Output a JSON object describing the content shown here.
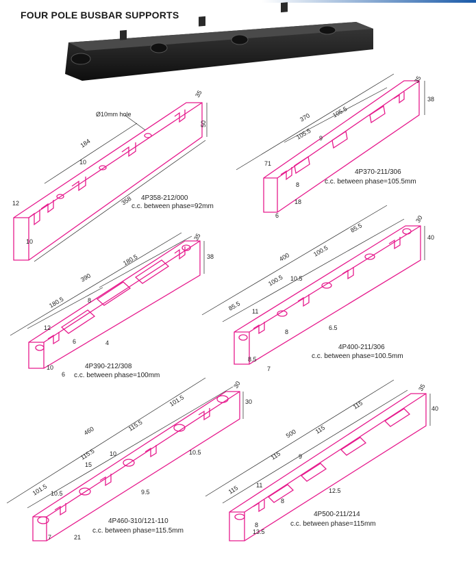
{
  "title": "FOUR POLE BUSBAR SUPPORTS",
  "colors": {
    "part": "#e6198c",
    "dim": "#222222",
    "photo": "#1c1c1c",
    "accent": "#1a5aa8"
  },
  "products": [
    {
      "code": "4P358-212/000",
      "pitch": "c.c. between phase=92mm",
      "dims": {
        "length": "358",
        "span": "184",
        "height": "50",
        "width": "35",
        "slot": "10",
        "end": "12",
        "base": "10",
        "hole": "Ø10mm hole"
      }
    },
    {
      "code": "4P370-211/306",
      "pitch": "c.c. between phase=105.5mm",
      "dims": {
        "length": "370",
        "span1": "105.5",
        "span2": "105.5",
        "end": "71",
        "slot": "9",
        "width": "35",
        "height": "38",
        "h1": "8",
        "h2": "18",
        "base": "6"
      }
    },
    {
      "code": "4P390-212/308",
      "pitch": "c.c. between phase=100mm",
      "dims": {
        "length": "390",
        "span1": "180.5",
        "span2": "180.5",
        "width": "35",
        "height": "38",
        "slot": "8",
        "end": "12",
        "s1": "6",
        "s2": "4",
        "base1": "10",
        "base2": "6"
      }
    },
    {
      "code": "4P400-211/306",
      "pitch": "c.c. between phase=100.5mm",
      "dims": {
        "length": "400",
        "end1": "85.5",
        "span1": "100.5",
        "span2": "100.5",
        "end2": "85.5",
        "slot": "10.5",
        "width": "30",
        "height": "40",
        "s1": "11",
        "s2": "8",
        "s3": "6.5",
        "base1": "8.5",
        "base2": "7"
      }
    },
    {
      "code": "4P460-310/121-110",
      "pitch": "c.c. between phase=115.5mm",
      "dims": {
        "length": "460",
        "end1": "101.5",
        "span1": "115.5",
        "span2": "115.5",
        "end2": "101.5",
        "s1": "15",
        "s2": "10",
        "s3": "10.5",
        "s4": "9.5",
        "s5": "10.5",
        "width": "30",
        "height": "30",
        "base1": "7",
        "base2": "21"
      }
    },
    {
      "code": "4P500-211/214",
      "pitch": "c.c. between phase=115mm",
      "dims": {
        "length": "500",
        "end1": "115",
        "span1": "115",
        "span2": "115",
        "end2": "115",
        "s1": "9",
        "s2": "11",
        "s3": "12.5",
        "s4": "8",
        "width": "35",
        "height": "40",
        "base1": "8",
        "base2": "13.5"
      }
    }
  ]
}
